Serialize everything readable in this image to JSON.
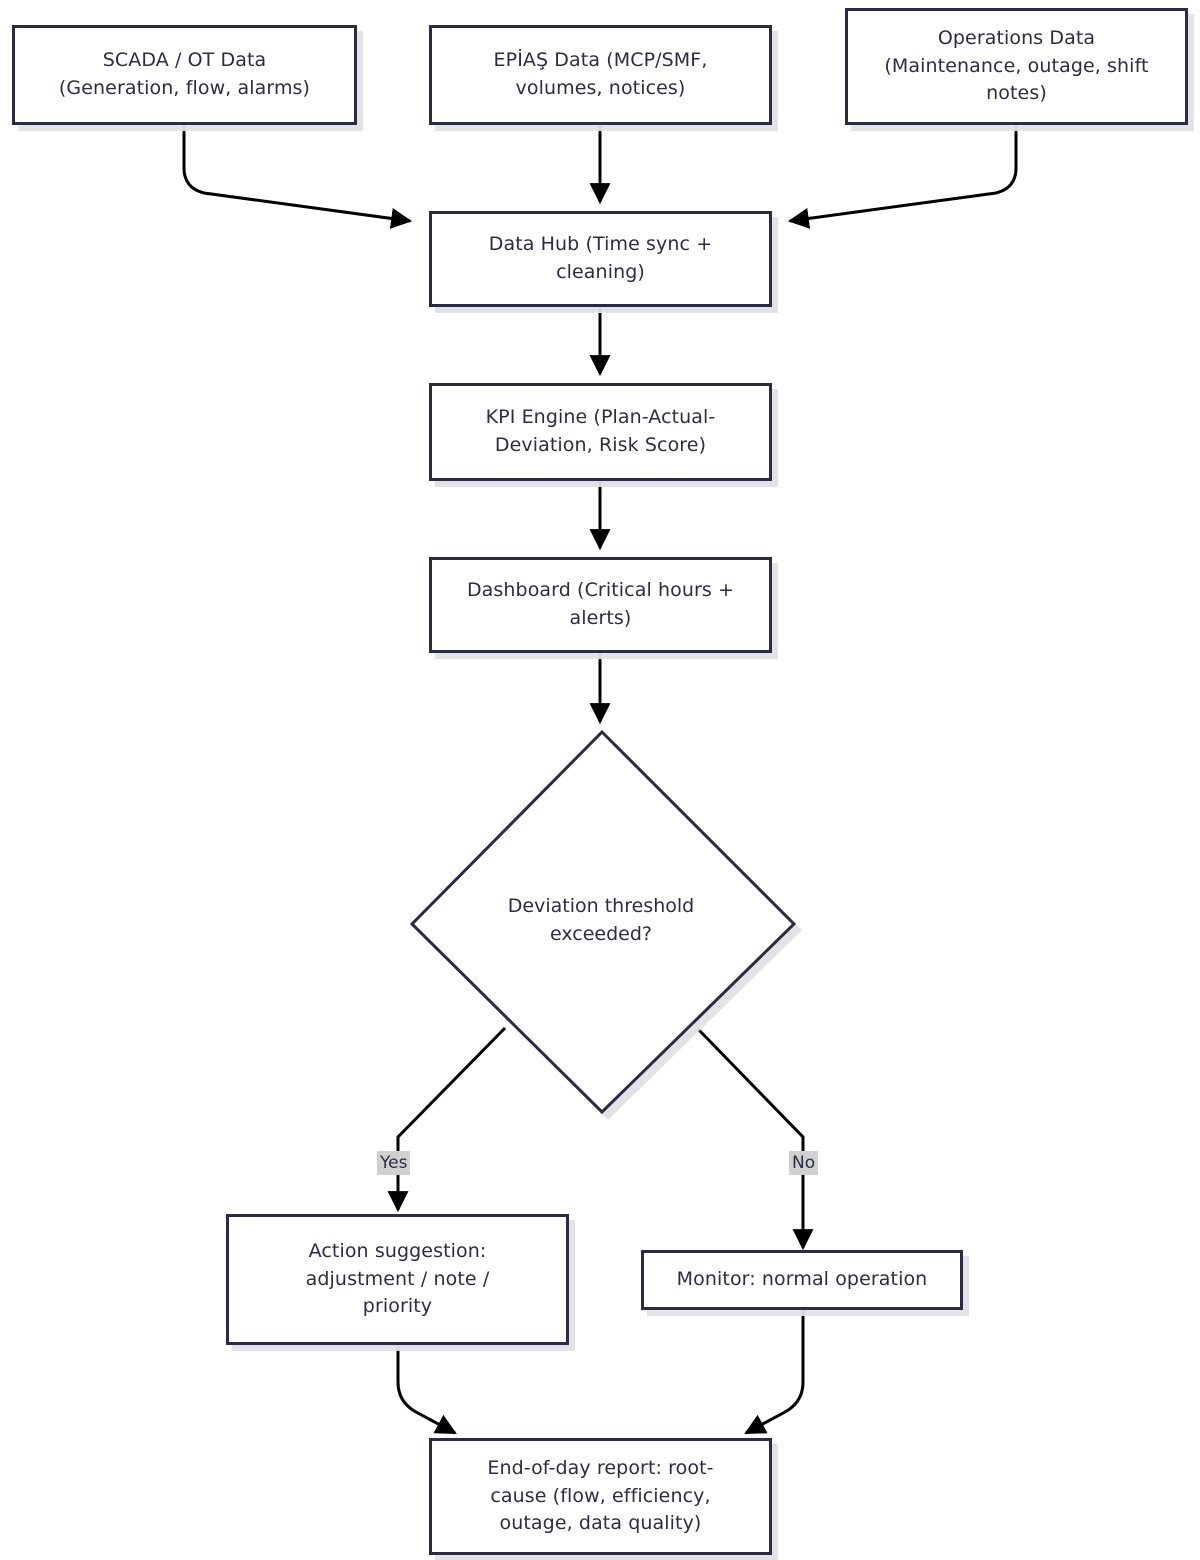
{
  "diagram": {
    "type": "flowchart",
    "title": "Energy operations data-to-report flowchart",
    "colors": {
      "node_border": "#2b2b44",
      "node_fill": "#ffffff",
      "node_shadow": "#e1e1e6",
      "edge_stroke": "#000000",
      "text": "#2c2c44",
      "edge_label_background": "#d0d0d0"
    },
    "nodes": [
      {
        "id": "scada",
        "shape": "rectangle",
        "label": "SCADA / OT Data\n(Generation, flow, alarms)"
      },
      {
        "id": "epias",
        "shape": "rectangle",
        "label": "EPİAŞ Data (MCP/SMF,\nvolumes, notices)"
      },
      {
        "id": "operations",
        "shape": "rectangle",
        "label": "Operations Data\n(Maintenance, outage, shift\nnotes)"
      },
      {
        "id": "datahub",
        "shape": "rectangle",
        "label": "Data Hub (Time sync +\ncleaning)"
      },
      {
        "id": "kpi",
        "shape": "rectangle",
        "label": "KPI Engine (Plan-Actual-\nDeviation, Risk Score)"
      },
      {
        "id": "dashboard",
        "shape": "rectangle",
        "label": "Dashboard (Critical hours +\nalerts)"
      },
      {
        "id": "decision",
        "shape": "diamond",
        "label": "Deviation threshold\nexceeded?"
      },
      {
        "id": "action",
        "shape": "rectangle",
        "label": "Action suggestion:\nadjustment / note /\npriority"
      },
      {
        "id": "monitor",
        "shape": "rectangle",
        "label": "Monitor: normal operation"
      },
      {
        "id": "report",
        "shape": "rectangle",
        "label": "End-of-day report: root-\ncause (flow, efficiency,\noutage, data quality)"
      }
    ],
    "edges": [
      {
        "from": "scada",
        "to": "datahub",
        "label": ""
      },
      {
        "from": "epias",
        "to": "datahub",
        "label": ""
      },
      {
        "from": "operations",
        "to": "datahub",
        "label": ""
      },
      {
        "from": "datahub",
        "to": "kpi",
        "label": ""
      },
      {
        "from": "kpi",
        "to": "dashboard",
        "label": ""
      },
      {
        "from": "dashboard",
        "to": "decision",
        "label": ""
      },
      {
        "from": "decision",
        "to": "action",
        "label": "Yes"
      },
      {
        "from": "decision",
        "to": "monitor",
        "label": "No"
      },
      {
        "from": "action",
        "to": "report",
        "label": ""
      },
      {
        "from": "monitor",
        "to": "report",
        "label": ""
      }
    ],
    "edge_labels": {
      "yes": "Yes",
      "no": "No"
    }
  }
}
